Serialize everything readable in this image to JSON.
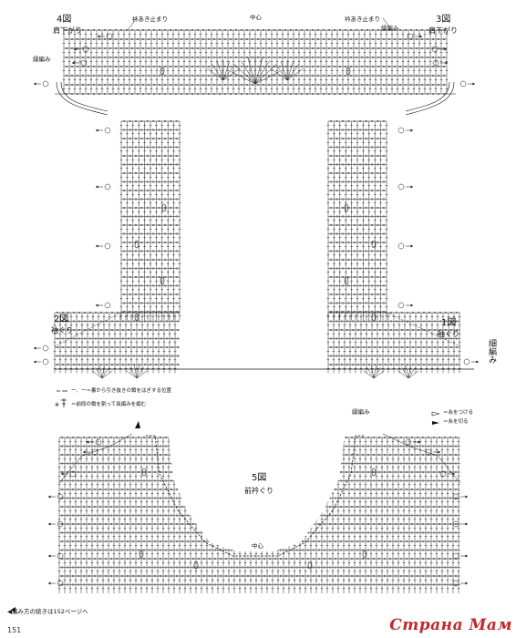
{
  "labels": {
    "fig4": "4図",
    "fig4_sub": "肩下がり",
    "fig3": "3図",
    "fig3_sub": "肩下がり",
    "fig2": "2図",
    "fig2_sub": "袖ぐり",
    "fig1": "1図",
    "fig1_sub": "袖ぐり",
    "fig5": "5図",
    "fig5_sub": "前衿ぐり",
    "slit_left": "衿あき止まり",
    "slit_right": "衿あき止まり",
    "center_top": "中心",
    "center_bottom": "中心",
    "edging_left": "縁編み",
    "edging_right": "縁編み",
    "edging_vertical": "細編み",
    "edging_bottom": "縁編み"
  },
  "legend": {
    "line1": "ー、ー＝裏から引き抜きの鎖をはぎする位置",
    "line2": "＝前段の鎖を割って長編みを編む",
    "join_yarn": "＝糸をつける",
    "cut_yarn": "＝糸を切る"
  },
  "footer": {
    "continue_note": "◀編み方の続きは152ページへ",
    "page_number": "151",
    "watermark": "Страна Мам"
  },
  "row_markers": [
    "①",
    "④",
    "⑤",
    "⑩",
    "⑮",
    "⑳",
    "㉑",
    "㉓",
    "⑲",
    "③"
  ],
  "colors": {
    "ink": "#111111",
    "watermark": "#c1272d"
  }
}
